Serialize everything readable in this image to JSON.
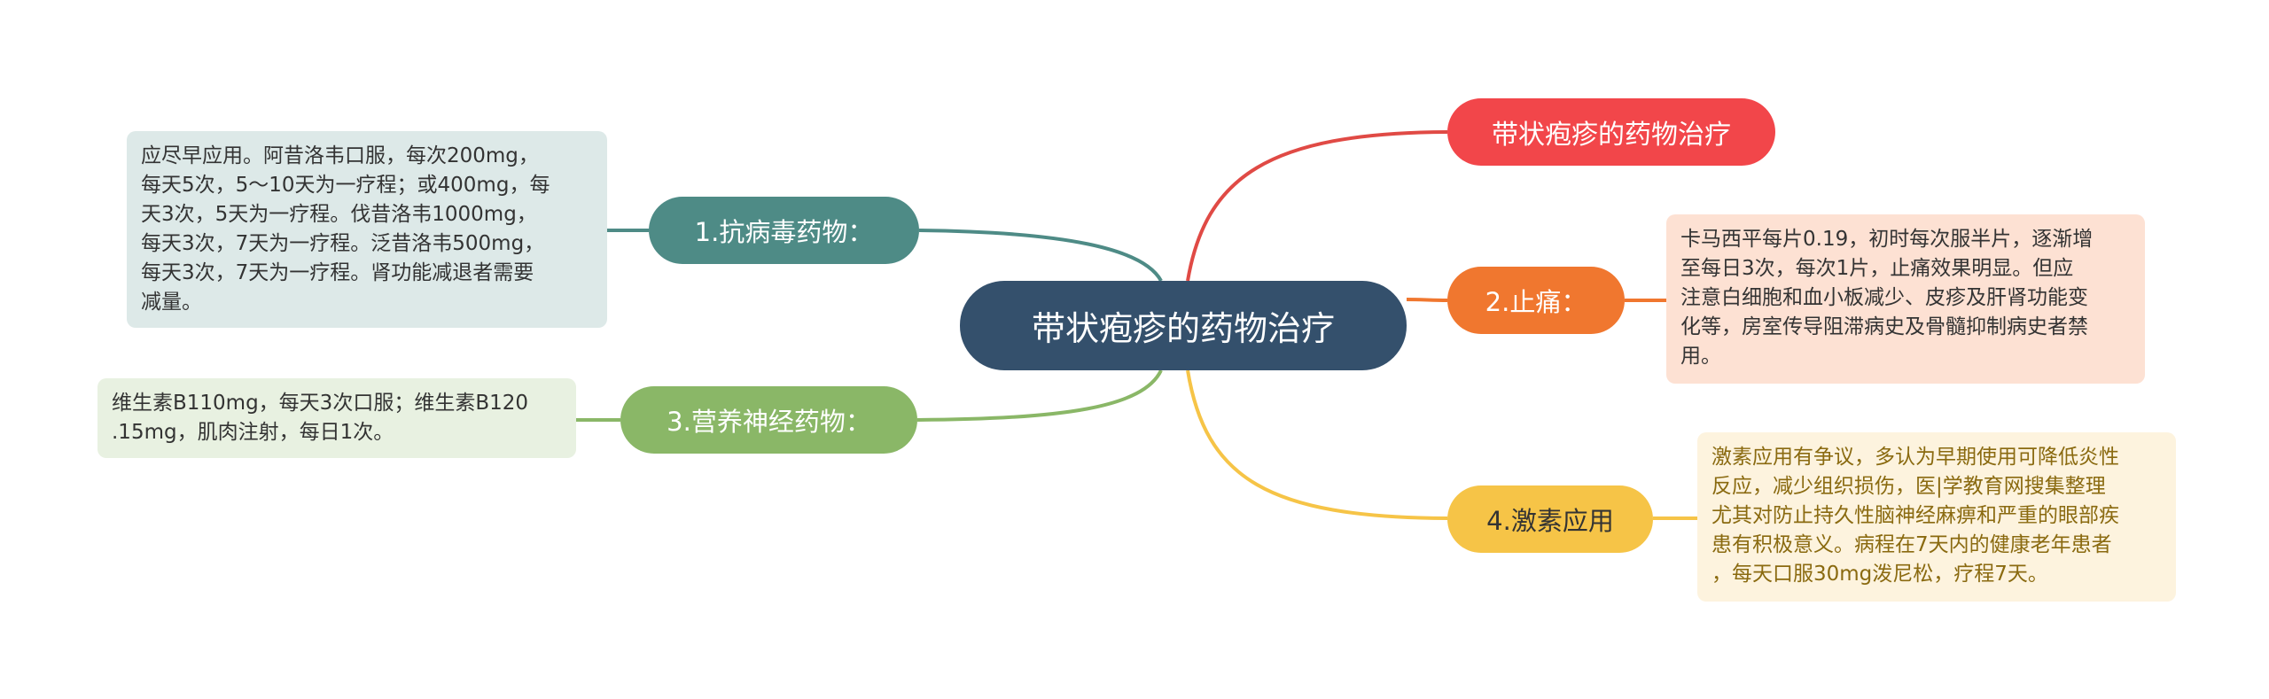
{
  "root": {
    "label": "带状疱疹的药物治疗"
  },
  "top_node": {
    "label": "带状疱疹的药物治疗"
  },
  "branches": {
    "antiviral": {
      "label": "1.抗病毒药物：",
      "note": "应尽早应用。阿昔洛韦口服，每次200mg，\n每天5次，5～10天为一疗程；或400mg，每\n天3次，5天为一疗程。伐昔洛韦1000mg，\n每天3次，7天为一疗程。泛昔洛韦500mg，\n每天3次，7天为一疗程。肾功能减退者需要\n减量。"
    },
    "pain": {
      "label": "2.止痛：",
      "note": "卡马西平每片0.19，初时每次服半片，逐渐增\n至每日3次，每次1片，止痛效果明显。但应\n注意白细胞和血小板减少、皮疹及肝肾功能变\n化等，房室传导阻滞病史及骨髓抑制病史者禁\n用。"
    },
    "nutrition": {
      "label": "3.营养神经药物：",
      "note": "维生素B110mg，每天3次口服；维生素B120\n.15mg，肌肉注射，每日1次。"
    },
    "hormone": {
      "label": "4.激素应用",
      "note": "激素应用有争议，多认为早期使用可降低炎性\n反应，减少组织损伤，医|学教育网搜集整理\n尤其对防止持久性脑神经麻痹和严重的眼部疾\n患有积极意义。病程在7天内的健康老年患者\n，每天口服30mg泼尼松，疗程7天。"
    }
  },
  "colors": {
    "root": "#34506c",
    "top": "#f2464a",
    "antiviral": "#4e8b86",
    "pain": "#f0772f",
    "nutrition": "#8ab767",
    "hormone": "#f6c447"
  }
}
